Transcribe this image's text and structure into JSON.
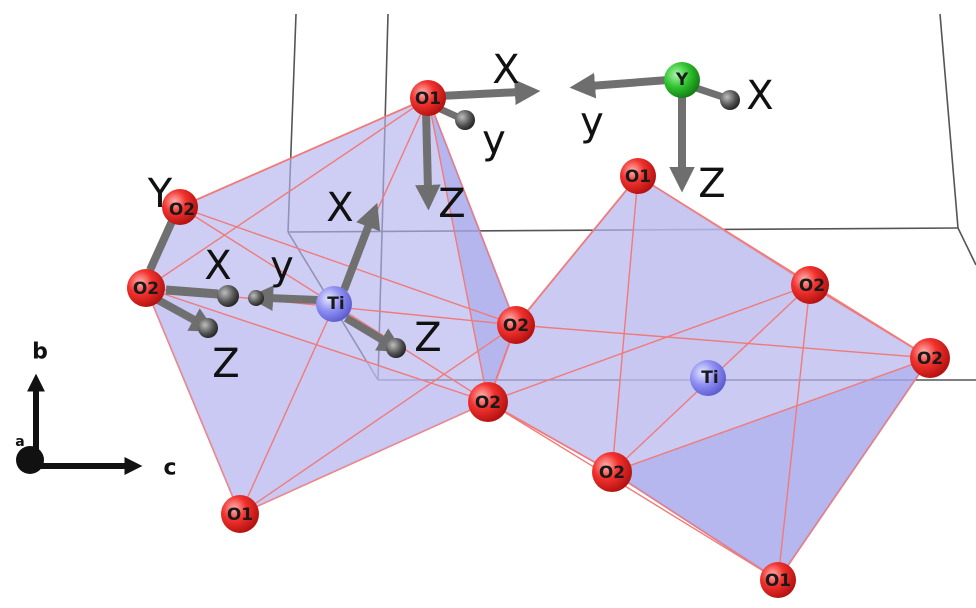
{
  "colors": {
    "oxygen": "#f2322e",
    "titanium": "#8f8ff2",
    "yttrium": "#2fc42f",
    "polyhedron_fill": "#b3b3ee",
    "polyhedron_edge": "#f07a7a",
    "cell_edge": "#555555",
    "arrow": "#707070"
  },
  "atoms": {
    "o1_top": "O1",
    "y_top": "Y",
    "o1_mid": "O1",
    "o2_upper_left": "O2",
    "o2_left": "O2",
    "ti_left": "Ti",
    "o2_center_right": "O2",
    "o2_center": "O2",
    "o2_right_upper": "O2",
    "o2_far_right": "O2",
    "ti_right": "Ti",
    "o2_lower": "O2",
    "o1_bottom_left": "O1",
    "o1_bottom_right": "O1"
  },
  "axes": {
    "o1_x": "X",
    "o1_y": "y",
    "o1_z": "Z",
    "y_y": "y",
    "y_x": "X",
    "y_z": "Z",
    "o2_y": "Y",
    "o2_x": "X",
    "o2_z": "Z",
    "ti_y": "y",
    "ti_x": "X",
    "ti_z": "Z"
  },
  "compass": {
    "b": "b",
    "a": "a",
    "c": "c"
  }
}
